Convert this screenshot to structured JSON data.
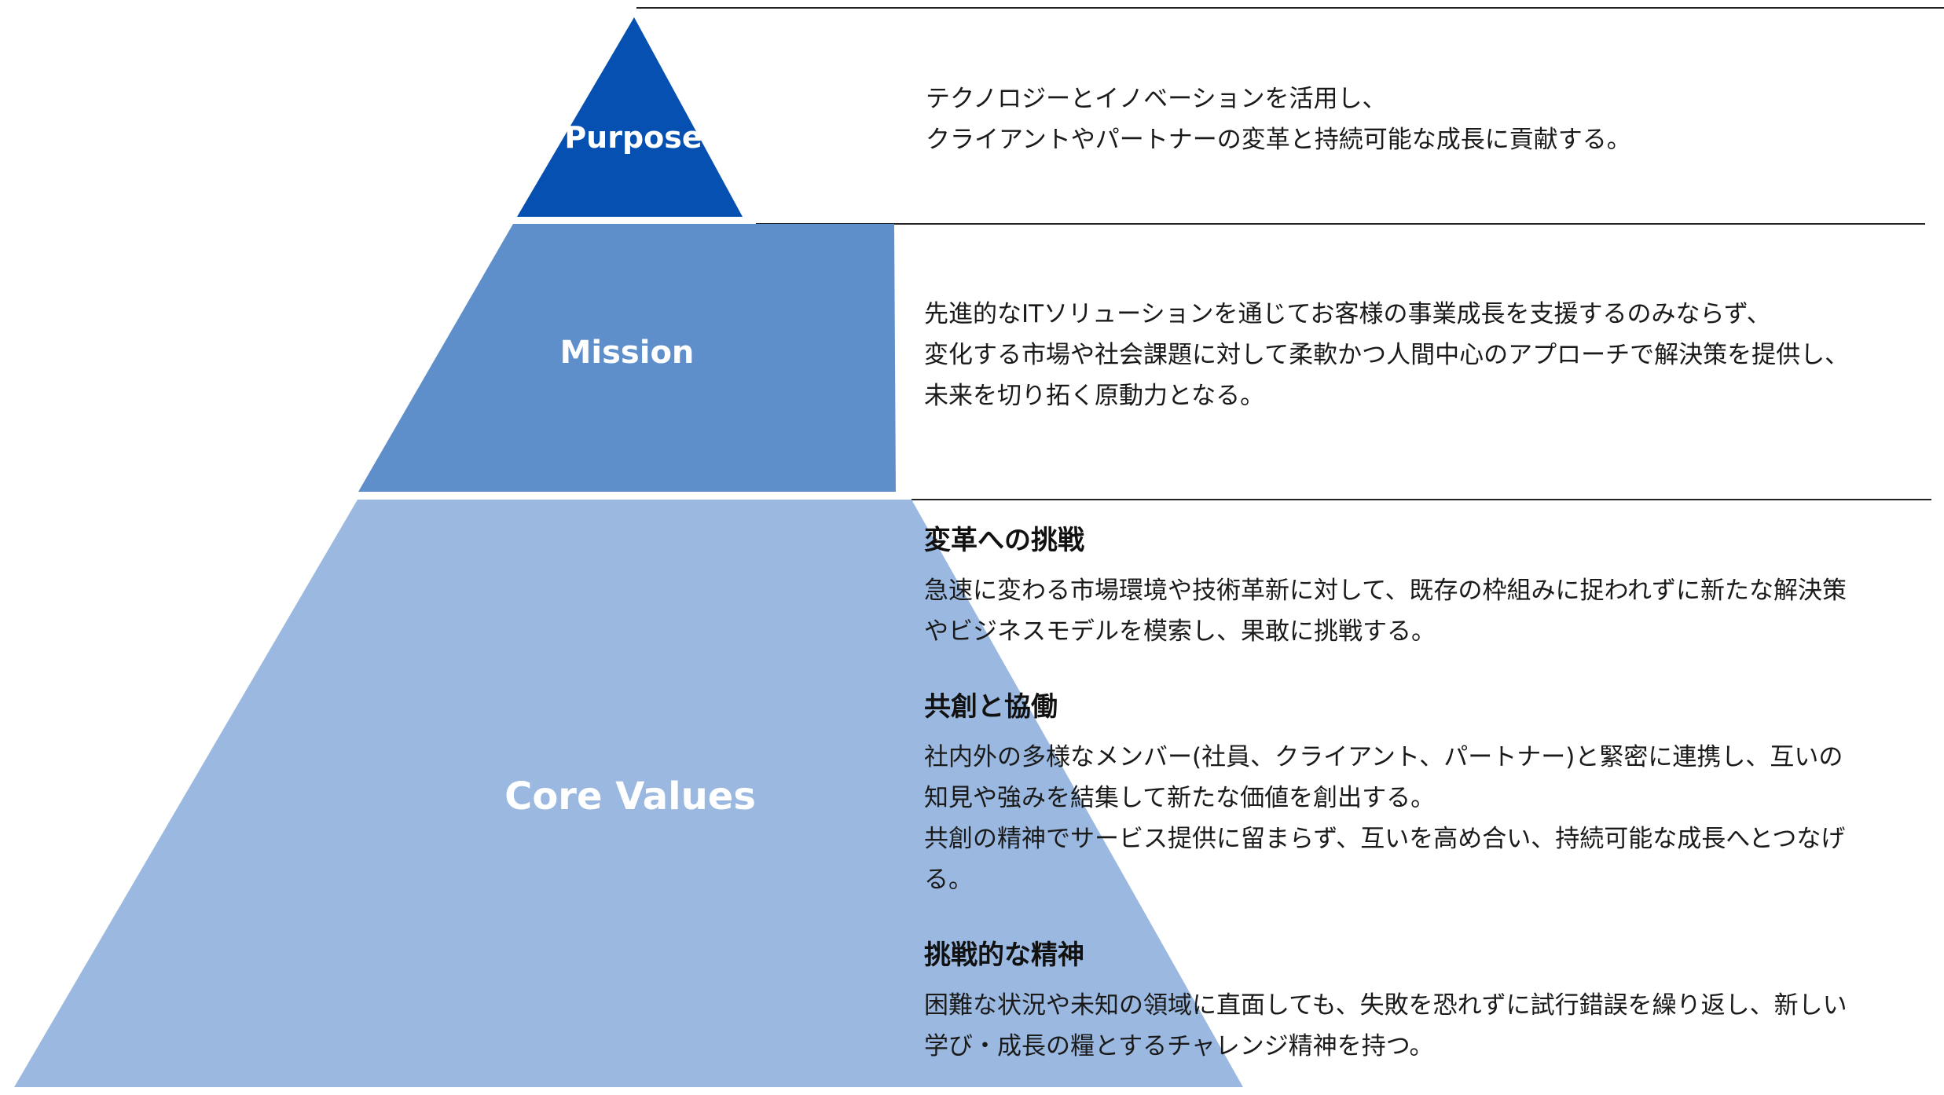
{
  "pyramid": {
    "tiers": [
      {
        "label": "Purpose",
        "color": "#0550b0"
      },
      {
        "label": "Mission",
        "color": "#5f8fca"
      },
      {
        "label": "Core Values",
        "color": "#9bb9e0"
      }
    ]
  },
  "purpose": {
    "lines": [
      "テクノロジーとイノベーションを活用し、",
      "クライアントやパートナーの変革と持続可能な成長に貢献する。"
    ]
  },
  "mission": {
    "lines": [
      "先進的なITソリューションを通じてお客様の事業成長を支援するのみならず、",
      "変化する市場や社会課題に対して柔軟かつ人間中心のアプローチで解決策を提供し、",
      "未来を切り拓く原動力となる。"
    ]
  },
  "core_values": [
    {
      "title": "変革への挑戦",
      "lines": [
        "急速に変わる市場環境や技術革新に対して、既存の枠組みに捉われずに新たな解決策",
        "やビジネスモデルを模索し、果敢に挑戦する。"
      ]
    },
    {
      "title": "共創と協働",
      "lines": [
        "社内外の多様なメンバー(社員、クライアント、パートナー)と緊密に連携し、互いの",
        "知見や強みを結集して新たな価値を創出する。",
        "共創の精神でサービス提供に留まらず、互いを高め合い、持続可能な成長へとつなげ",
        "る。"
      ]
    },
    {
      "title": "挑戦的な精神",
      "lines": [
        "困難な状況や未知の領域に直面しても、失敗を恐れずに試行錯誤を繰り返し、新しい",
        "学び・成長の糧とするチャレンジ精神を持つ。"
      ]
    }
  ]
}
